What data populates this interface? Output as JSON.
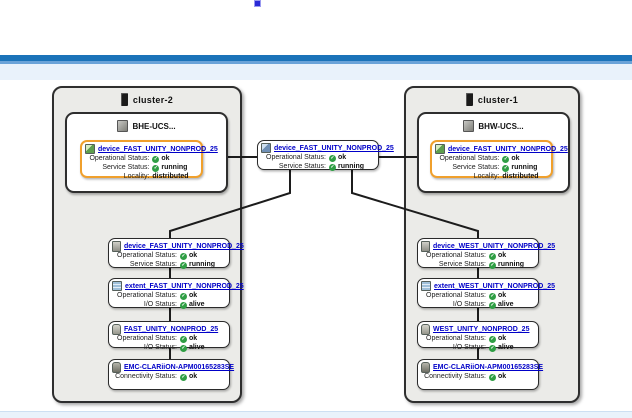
{
  "app": {
    "topbar_color": "#1b73b9",
    "band_color": "#e9f2fb",
    "highlight_orange": "#f0a02c",
    "link_blue": "#0000c8",
    "ok_green": "#2f9e44"
  },
  "center_device": {
    "icon": "virtual-device",
    "title": "device_FAST_UNITY_NONPROD_25",
    "rows": [
      {
        "label": "Operational Status:",
        "value": "ok",
        "check": true
      },
      {
        "label": "Service Status:",
        "value": "running",
        "check": true
      }
    ]
  },
  "clusters": [
    {
      "name": "cluster-2",
      "host": {
        "name": "BHE-UCS...",
        "device": {
          "icon": "distributed-device",
          "title": "device_FAST_UNITY_NONPROD_25",
          "rows": [
            {
              "label": "Operational Status:",
              "value": "ok",
              "check": true
            },
            {
              "label": "Service Status:",
              "value": "running",
              "check": true
            },
            {
              "label": "Locality:",
              "value": "distributed",
              "check": false
            }
          ]
        }
      },
      "stack": [
        {
          "icon": "storage-device",
          "title": "device_FAST_UNITY_NONPROD_25",
          "rows": [
            {
              "label": "Operational Status:",
              "value": "ok",
              "check": true
            },
            {
              "label": "Service Status:",
              "value": "running",
              "check": true
            }
          ]
        },
        {
          "icon": "extent",
          "title": "extent_FAST_UNITY_NONPROD_25",
          "rows": [
            {
              "label": "Operational Status:",
              "value": "ok",
              "check": true
            },
            {
              "label": "I/O Status:",
              "value": "alive",
              "check": true
            }
          ]
        },
        {
          "icon": "volume",
          "title": "FAST_UNITY_NONPROD_25",
          "rows": [
            {
              "label": "Operational Status:",
              "value": "ok",
              "check": true
            },
            {
              "label": "I/O Status:",
              "value": "alive",
              "check": true
            }
          ]
        },
        {
          "icon": "storage-array",
          "title": "EMC-CLARiiON-APM00165283SE",
          "rows": [
            {
              "label": "Connectivity Status:",
              "value": "ok",
              "check": true
            }
          ]
        }
      ]
    },
    {
      "name": "cluster-1",
      "host": {
        "name": "BHW-UCS...",
        "device": {
          "icon": "distributed-device",
          "title": "device_FAST_UNITY_NONPROD_25",
          "rows": [
            {
              "label": "Operational Status:",
              "value": "ok",
              "check": true
            },
            {
              "label": "Service Status:",
              "value": "running",
              "check": true
            },
            {
              "label": "Locality:",
              "value": "distributed",
              "check": false
            }
          ]
        }
      },
      "stack": [
        {
          "icon": "storage-device",
          "title": "device_WEST_UNITY_NONPROD_25",
          "rows": [
            {
              "label": "Operational Status:",
              "value": "ok",
              "check": true
            },
            {
              "label": "Service Status:",
              "value": "running",
              "check": true
            }
          ]
        },
        {
          "icon": "extent",
          "title": "extent_WEST_UNITY_NONPROD_25",
          "rows": [
            {
              "label": "Operational Status:",
              "value": "ok",
              "check": true
            },
            {
              "label": "I/O Status:",
              "value": "alive",
              "check": true
            }
          ]
        },
        {
          "icon": "volume",
          "title": "WEST_UNITY_NONPROD_25",
          "rows": [
            {
              "label": "Operational Status:",
              "value": "ok",
              "check": true
            },
            {
              "label": "I/O Status:",
              "value": "alive",
              "check": true
            }
          ]
        },
        {
          "icon": "storage-array",
          "title": "EMC-CLARiiON-APM00165283SE",
          "rows": [
            {
              "label": "Connectivity Status:",
              "value": "ok",
              "check": true
            }
          ]
        }
      ]
    }
  ]
}
